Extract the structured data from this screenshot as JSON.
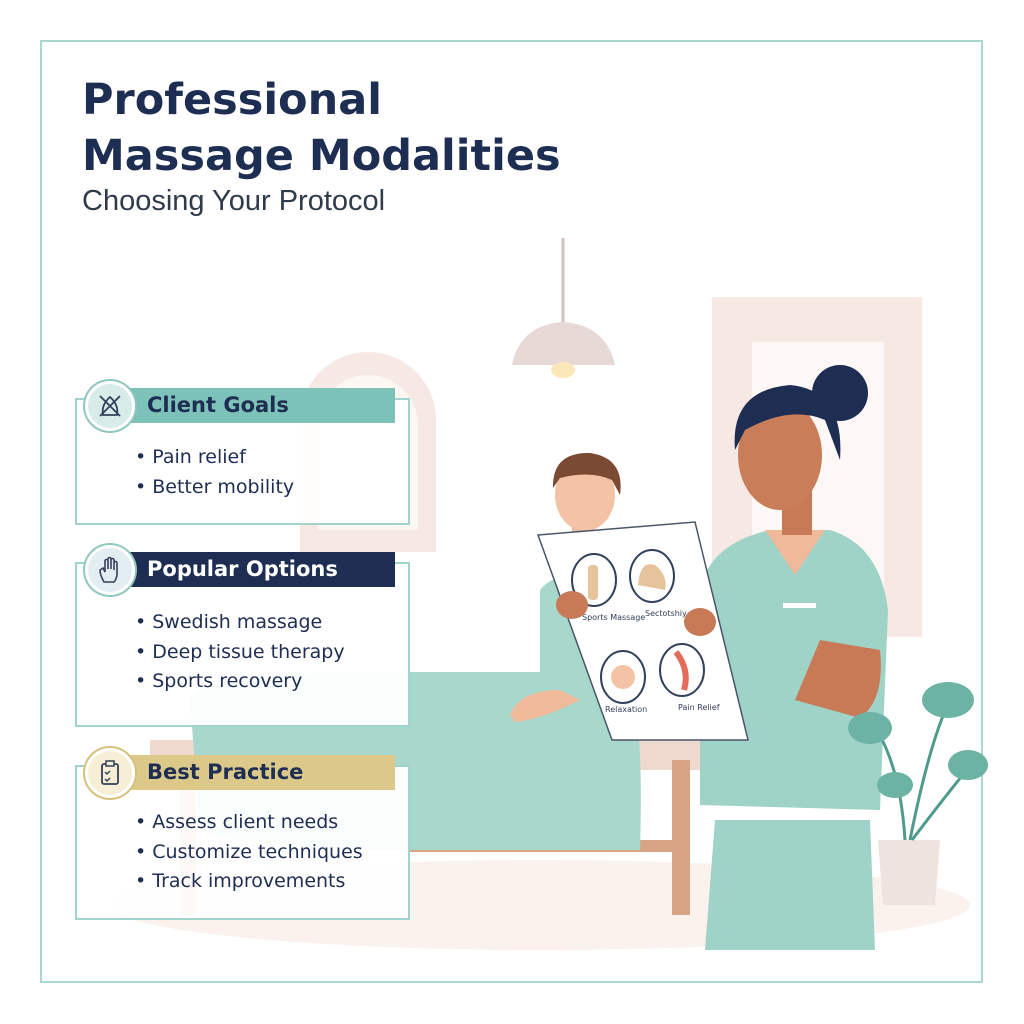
{
  "header": {
    "title_line1": "Professional",
    "title_line2": "Massage Modalities",
    "subtitle": "Choosing Your Protocol"
  },
  "panels": [
    {
      "title": "Client Goals",
      "icon": "no-pain-icon",
      "color": "#7cc2b8",
      "items": [
        "Pain relief",
        "Better mobility"
      ]
    },
    {
      "title": "Popular Options",
      "icon": "hand-icon",
      "color": "#1e2d52",
      "items": [
        "Swedish massage",
        "Deep tissue therapy",
        "Sports recovery"
      ]
    },
    {
      "title": "Best Practice",
      "icon": "clipboard-icon",
      "color": "#dcc98a",
      "items": [
        "Assess client needs",
        "Customize techniques",
        "Track improvements"
      ]
    }
  ],
  "chart_sheet": {
    "labels": [
      "Sports Massage",
      "Sectotshiy",
      "Relaxation",
      "Pain Relief"
    ]
  },
  "colors": {
    "navy": "#1e2d52",
    "teal": "#7cc2b8",
    "gold": "#dcc98a",
    "scrubs": "#9fd3c7",
    "frame": "#a9d6cf"
  }
}
